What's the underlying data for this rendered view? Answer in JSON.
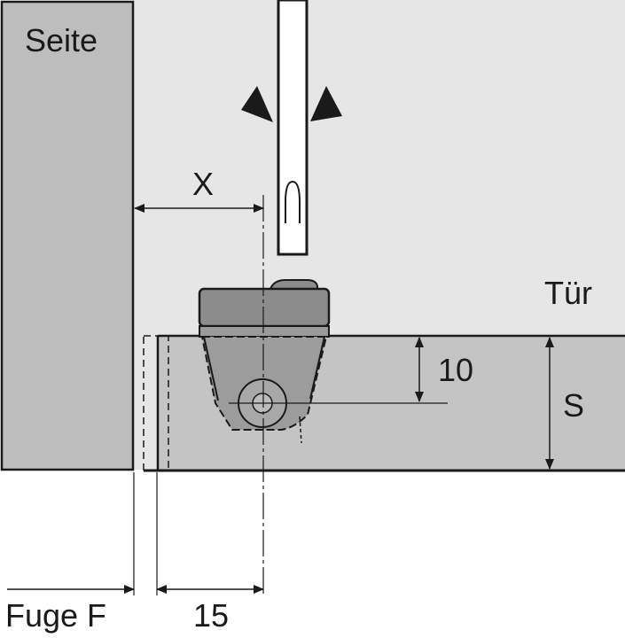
{
  "labels": {
    "seite": "Seite",
    "tuer": "Tür",
    "x": "X",
    "ten": "10",
    "s": "S",
    "fuge": "Fuge F",
    "fifteen": "15"
  },
  "colors": {
    "side_panel": "#bdbdbd",
    "background": "#e6e6e6",
    "door": "#c4c4c4",
    "fitting_top": "#8c8c8c",
    "fitting_body": "#9c9c9c",
    "line": "#1a1a1a"
  },
  "icons": [
    "screwdriver-icon",
    "arrow-down-left-icon",
    "arrow-down-right-icon"
  ]
}
